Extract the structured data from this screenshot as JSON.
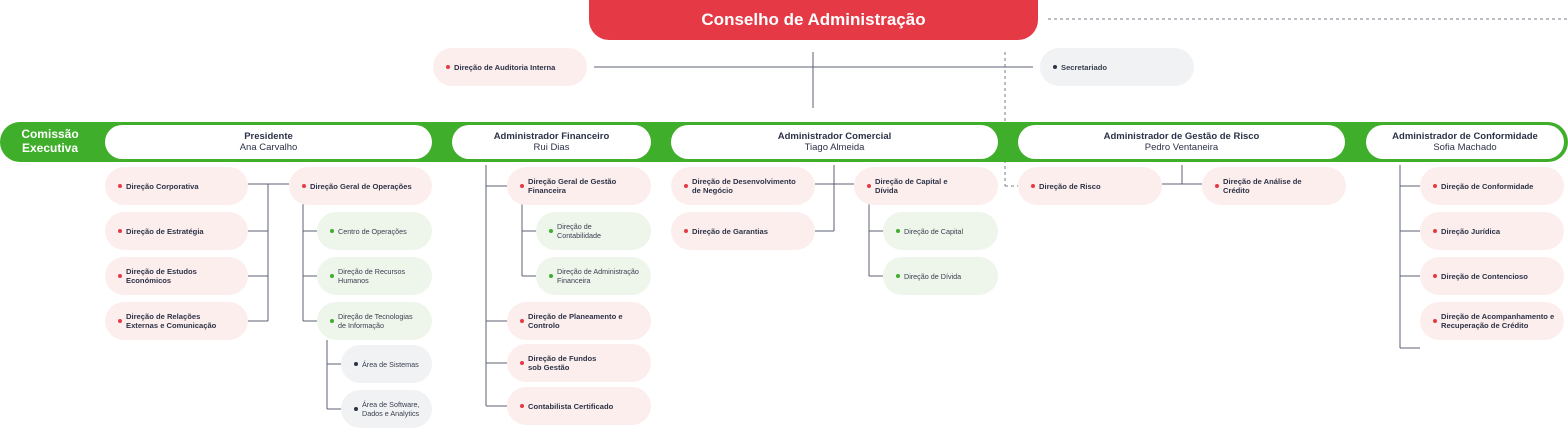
{
  "board": "Conselho de Administração",
  "commission": "Comissão Executiva",
  "board_units": {
    "audit": "Direção de Auditoria Interna",
    "secretariat": "Secretariado"
  },
  "admins": {
    "president": {
      "title": "Presidente",
      "name": "Ana Carvalho"
    },
    "financial": {
      "title": "Administrador Financeiro",
      "name": "Rui Dias"
    },
    "commercial": {
      "title": "Administrador Comercial",
      "name": "Tiago Almeida"
    },
    "risk": {
      "title": "Administrador de Gestão de Risco",
      "name": "Pedro Ventaneira"
    },
    "compliance": {
      "title": "Administrador de Conformidade",
      "name": "Sofia Machado"
    }
  },
  "president_units": {
    "corporate": "Direção Corporativa",
    "strategy": "Direção de Estratégia",
    "economic_studies": "Direção de Estudos Económicos",
    "external_relations": "Direção de Relações Externas e Comunicação",
    "operations": "Direção Geral de Operações",
    "operations_center": "Centro de Operações",
    "hr": "Direção de Recursos Humanos",
    "it": "Direção de Tecnologias de Informação",
    "systems": "Área de Sistemas",
    "software": "Área de Software, Dados e Analytics"
  },
  "financial_units": {
    "management": "Direção Geral de Gestão Financeira",
    "accounting": "Direção de Contabilidade",
    "fin_admin": "Direção de Administração Financeira",
    "planning": "Direção de Planeamento e Controlo",
    "funds": "Direção de Fundos sob Gestão",
    "accountant": "Contabilista Certificado"
  },
  "commercial_units": {
    "business_dev": "Direção de Desenvolvimento de Negócio",
    "guarantees": "Direção de Garantias",
    "capital_debt": "Direção de Capital e Dívida",
    "capital": "Direção de Capital",
    "debt": "Direção de Dívida"
  },
  "risk_units": {
    "risk": "Direção de Risco",
    "credit_analysis": "Direção de Análise de Crédito"
  },
  "compliance_units": {
    "compliance": "Direção de Conformidade",
    "legal": "Direção Jurídica",
    "litigation": "Direção de Contencioso",
    "credit_recovery": "Direção de Acompanhamento e Recuperação de Crédito"
  },
  "colors": {
    "board": "#e63946",
    "commission": "#3fae2a",
    "direction_node": "#fdeeee",
    "sub_node": "#eef6ec",
    "area_node": "#f1f2f4"
  }
}
